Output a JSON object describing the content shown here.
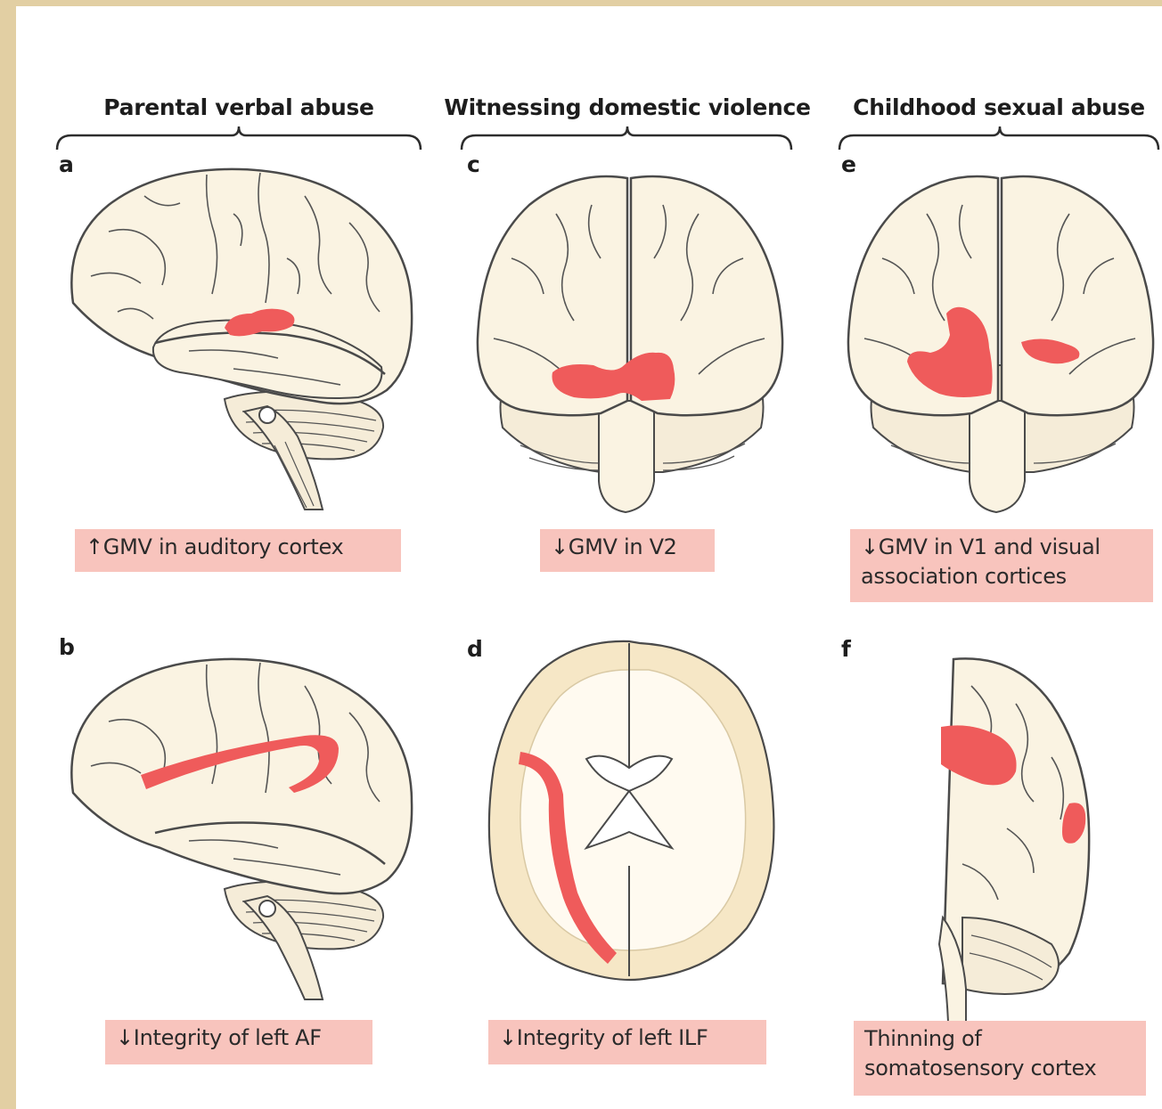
{
  "groups": [
    {
      "title": "Parental verbal abuse"
    },
    {
      "title": "Witnessing domestic violence"
    },
    {
      "title": "Childhood sexual abuse"
    }
  ],
  "panels": {
    "a": {
      "letter": "a",
      "caption": "↑GMV in auditory cortex"
    },
    "b": {
      "letter": "b",
      "caption": "↓Integrity of left AF"
    },
    "c": {
      "letter": "c",
      "caption": "↓GMV in V2"
    },
    "d": {
      "letter": "d",
      "caption": "↓Integrity of left ILF"
    },
    "e": {
      "letter": "e",
      "caption_line1": "↓GMV in V1 and visual",
      "caption_line2": "association cortices"
    },
    "f": {
      "letter": "f",
      "caption_line1": "Thinning of",
      "caption_line2": "somatosensory cortex"
    }
  },
  "colors": {
    "background": "#e2cfa3",
    "brain_fill": "#faf3e2",
    "outline": "#4a4a4a",
    "highlight": "#ef5b5b",
    "caption_bg": "#f8c4bd",
    "white_matter": "#f6e7c6"
  }
}
